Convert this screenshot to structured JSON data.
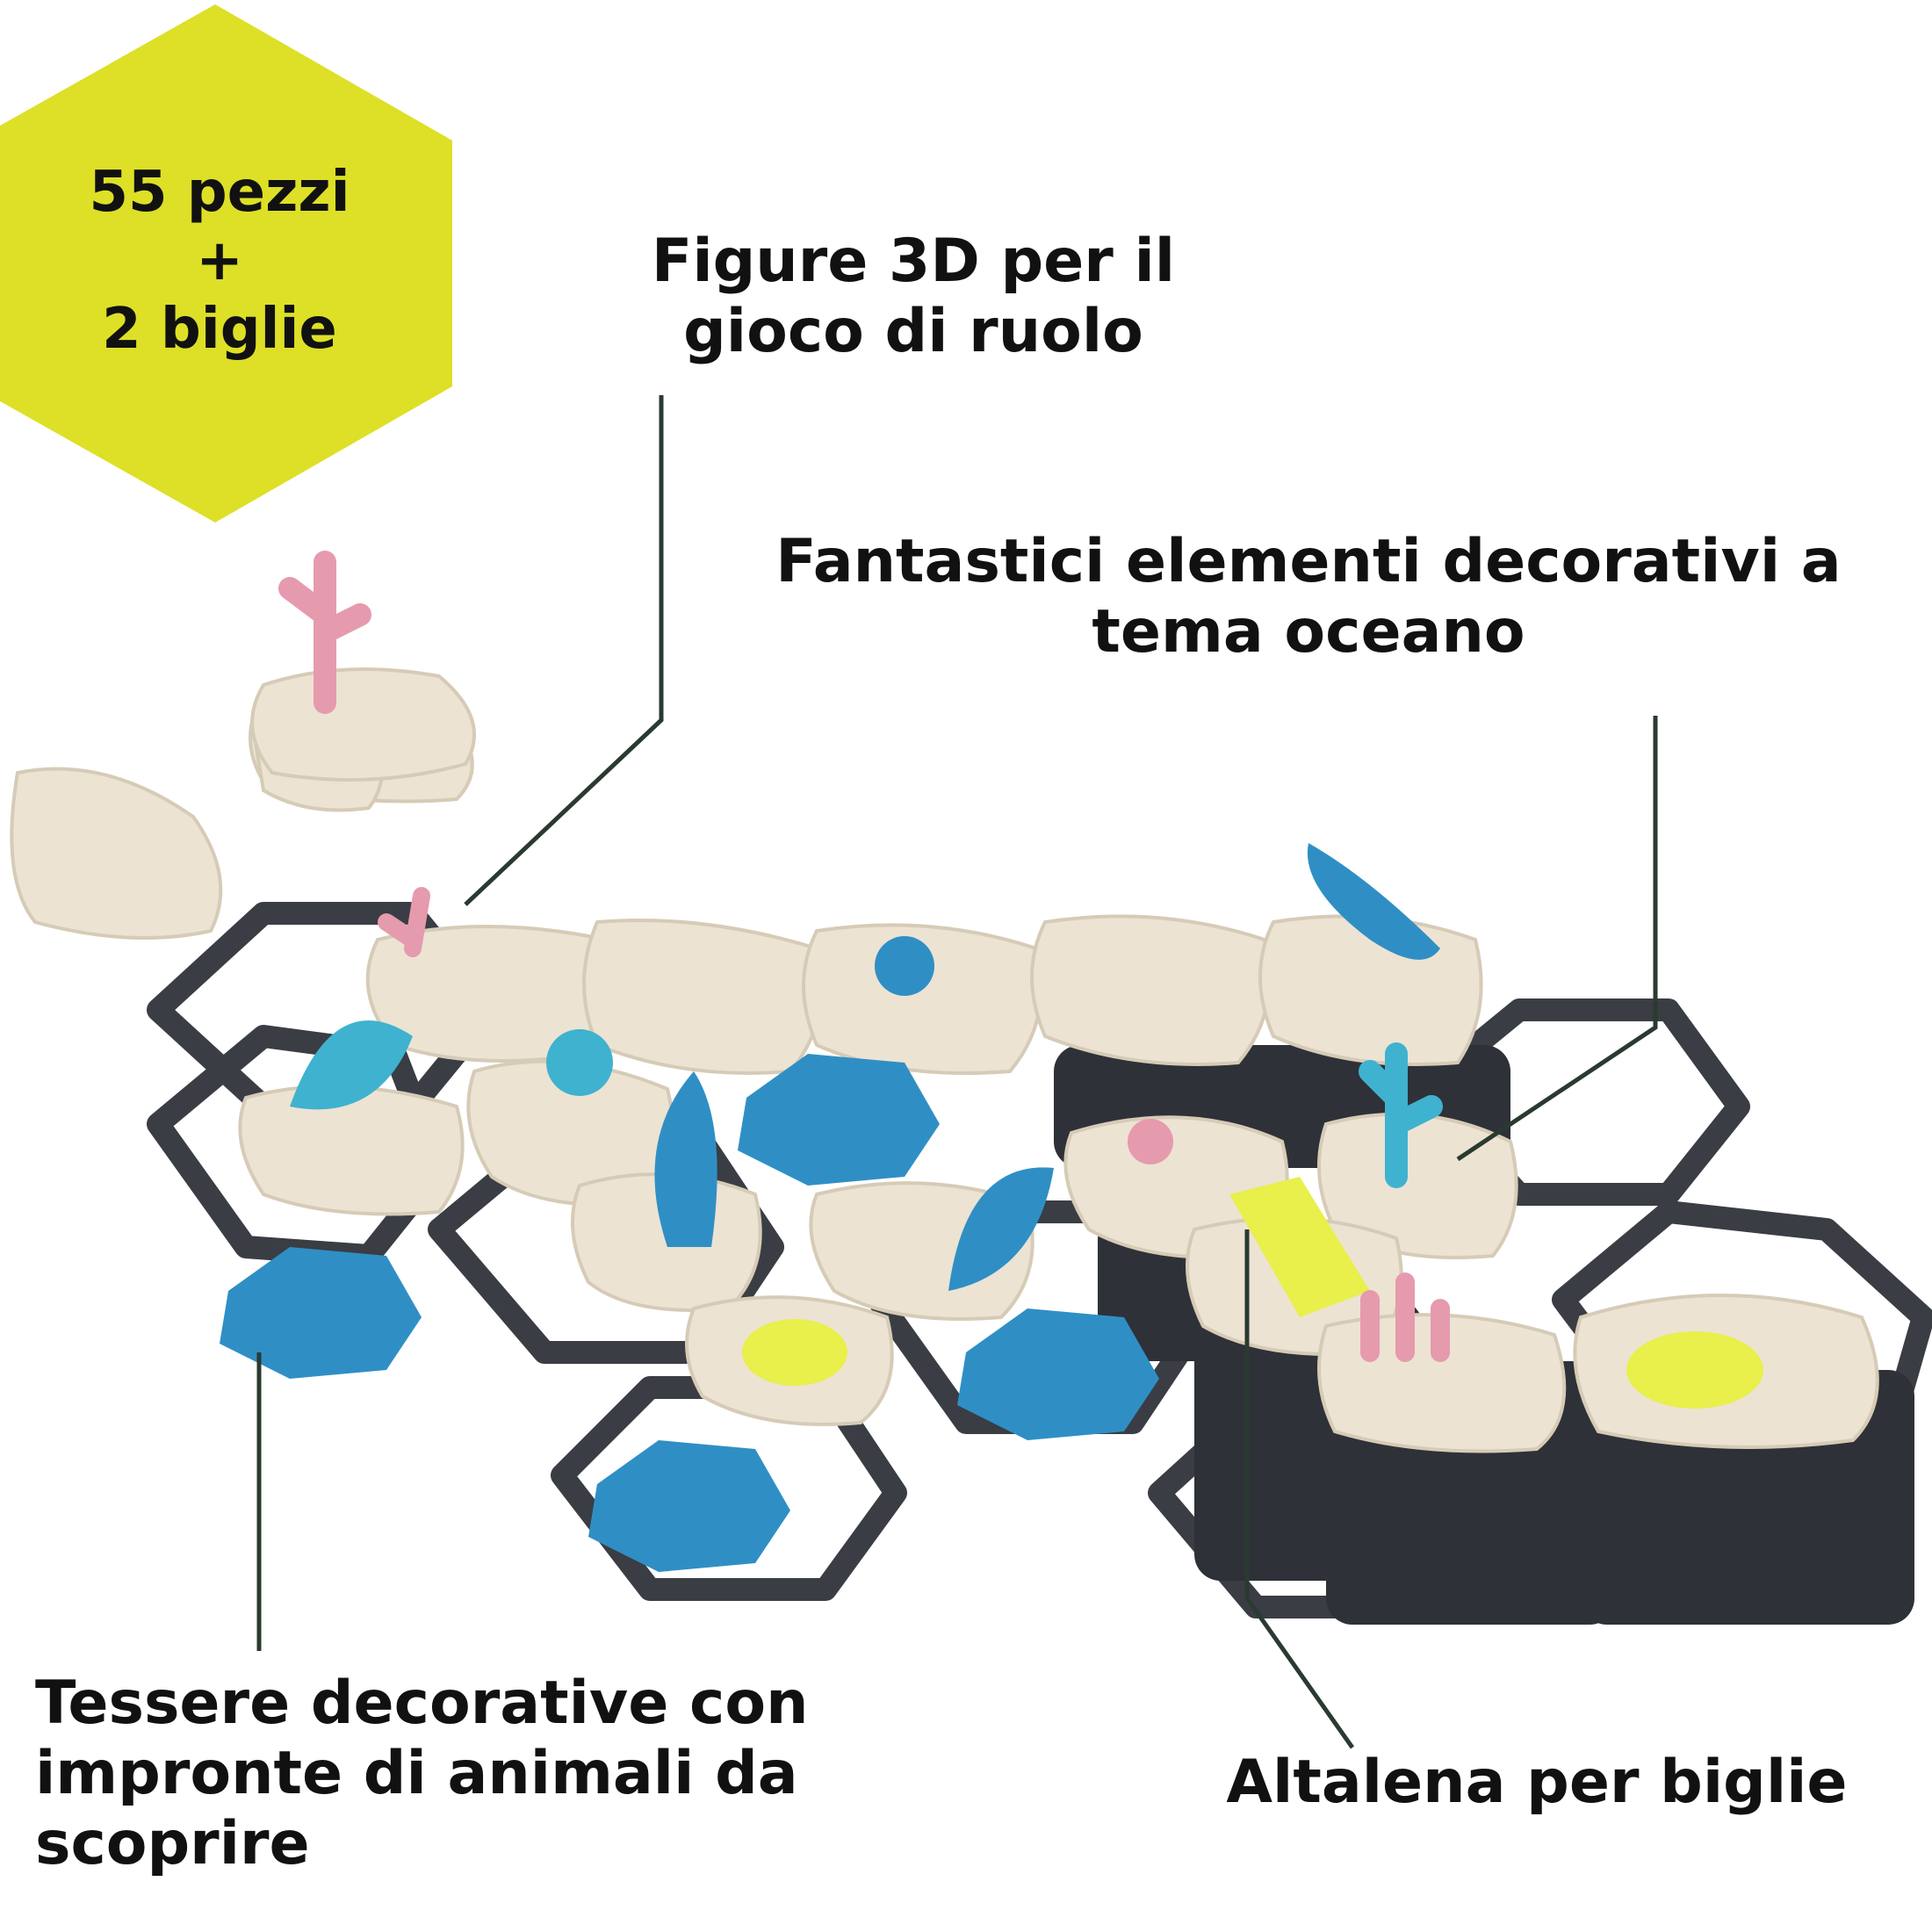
{
  "badge": {
    "line1": "55 pezzi",
    "line2": "+",
    "line3": "2 biglie",
    "color": "#dde026"
  },
  "callouts": {
    "figures": {
      "line1": "Figure 3D per il",
      "line2": "gioco di ruolo"
    },
    "decor": {
      "line1": "Fantastici elementi decorativi a",
      "line2": "tema oceano"
    },
    "tiles": {
      "line1": "Tessere decorative con",
      "line2": "impronte di animali da",
      "line3": "scoprire"
    },
    "swing": {
      "line1": "Altalena per biglie"
    }
  },
  "colors": {
    "leader_line": "#2a3a30",
    "frame": "#3a3d44",
    "tile": "#ece3d3",
    "blue": "#2f8fc4",
    "turquoise": "#3fb2cf",
    "pink": "#e69aae",
    "yellow": "#e9ef4b"
  }
}
